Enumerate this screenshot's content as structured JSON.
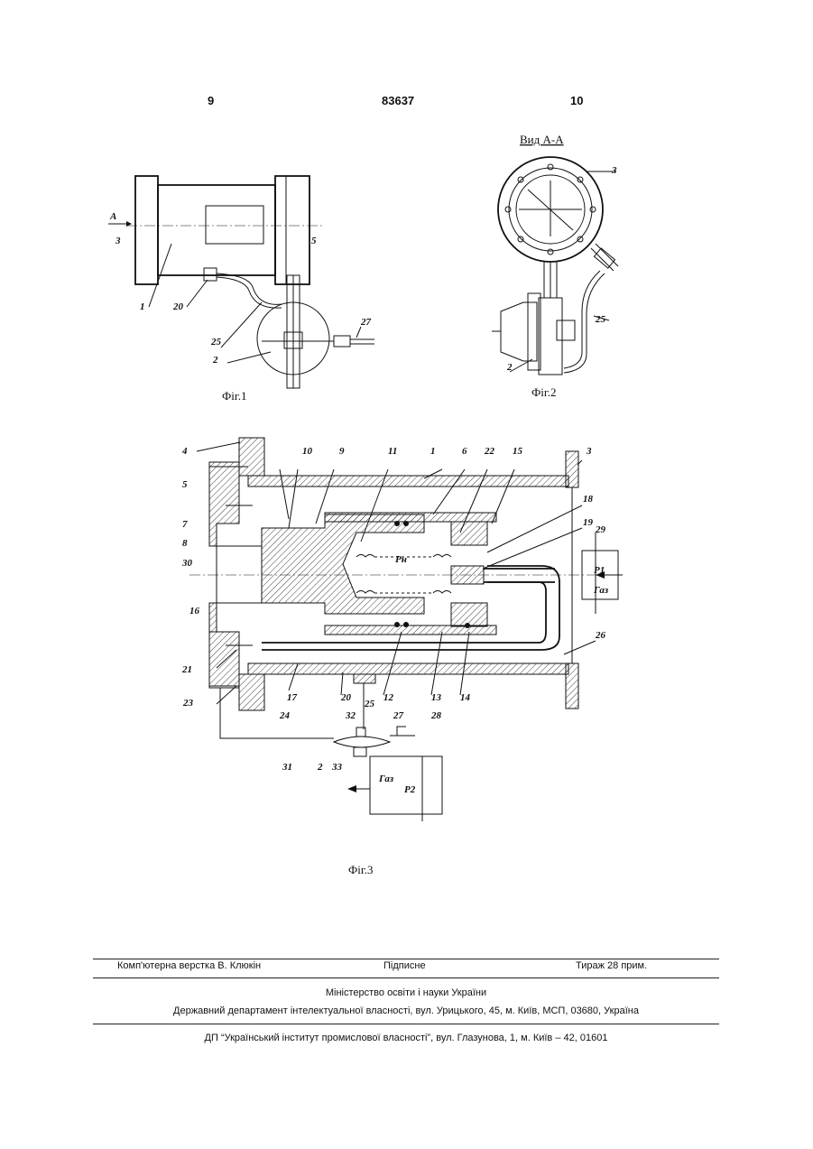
{
  "header": {
    "page_left": "9",
    "patent_number": "83637",
    "page_right": "10"
  },
  "fig1": {
    "caption": "Фіг.1",
    "section_mark": "A",
    "labels": [
      "3",
      "1",
      "20",
      "5",
      "25",
      "2",
      "27"
    ]
  },
  "fig2": {
    "caption": "Фіг.2",
    "view_title": "Вид А-А",
    "labels": [
      "3",
      "25",
      "2"
    ]
  },
  "fig3": {
    "caption": "Фіг.3",
    "labels": [
      "4",
      "10",
      "9",
      "11",
      "1",
      "6",
      "22",
      "15",
      "3",
      "5",
      "18",
      "19",
      "7",
      "29",
      "8",
      "30",
      "16",
      "26",
      "21",
      "17",
      "20",
      "12",
      "13",
      "14",
      "23",
      "25",
      "24",
      "32",
      "27",
      "28",
      "31",
      "2",
      "33"
    ],
    "pressure_in": "P1",
    "pressure_out": "P2",
    "pressure_inner": "Pн",
    "gas_in": "Газ",
    "gas_out": "Газ"
  },
  "footer": {
    "typesetting": "Комп'ютерна верстка В. Клюкін",
    "signed": "Підписне",
    "circulation": "Тираж 28 прим.",
    "ministry": "Міністерство освіти і науки України",
    "department": "Державний департамент інтелектуальної власності, вул. Урицького, 45, м. Київ, МСП, 03680, Україна",
    "enterprise": "ДП “Український інститут промислової власності”, вул. Глазунова, 1, м. Київ – 42, 01601"
  }
}
